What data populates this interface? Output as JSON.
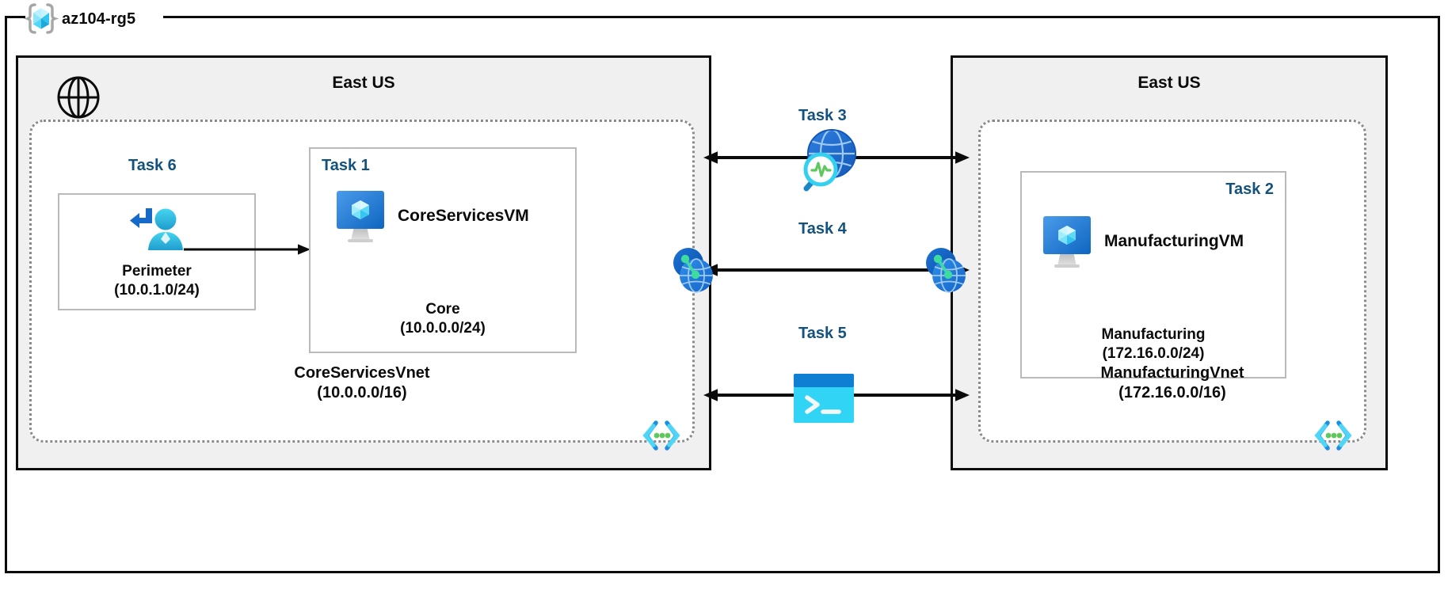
{
  "resource_group": {
    "name": "az104-rg5",
    "icon": "resource-group-cube-icon"
  },
  "regions": [
    {
      "id": "left",
      "title": "East US"
    },
    {
      "id": "right",
      "title": "East US"
    }
  ],
  "vnets": [
    {
      "id": "coreservices",
      "name": "CoreServicesVnet",
      "cidr": "(10.0.0.0/16)",
      "badge_icon": "vnet-brackets-icon"
    },
    {
      "id": "manufacturing",
      "name": "ManufacturingVnet",
      "cidr": "(172.16.0.0/16)",
      "badge_icon": "vnet-brackets-icon"
    }
  ],
  "subnets": [
    {
      "id": "perimeter",
      "task": "Task 6",
      "name": "Perimeter",
      "cidr": "(10.0.1.0/24)",
      "icon": "user-access-icon"
    },
    {
      "id": "core",
      "task": "Task 1",
      "name": "Core",
      "cidr": "(10.0.0.0/24)",
      "vm_name": "CoreServicesVM",
      "icon": "virtual-machine-icon"
    },
    {
      "id": "manufacturing",
      "task": "Task 2",
      "name": "Manufacturing",
      "cidr": "(172.16.0.0/24)",
      "vm_name": "ManufacturingVM",
      "icon": "virtual-machine-icon"
    }
  ],
  "connections": [
    {
      "id": "task3",
      "label": "Task 3",
      "icon": "network-watcher-icon"
    },
    {
      "id": "task4",
      "label": "Task 4",
      "icon": "vnet-peering-icon"
    },
    {
      "id": "task5",
      "label": "Task 5",
      "icon": "cloud-shell-icon"
    }
  ],
  "internet": {
    "icon": "internet-globe-icon"
  },
  "colors": {
    "task_text": "#13527c",
    "region_fill": "#f0f0f0",
    "vnet_border": "#8a8a8a",
    "subnet_border": "#b9b9b9",
    "azure_blue": "#0078d4",
    "cyan": "#32d4f5",
    "green": "#5ec75e"
  }
}
